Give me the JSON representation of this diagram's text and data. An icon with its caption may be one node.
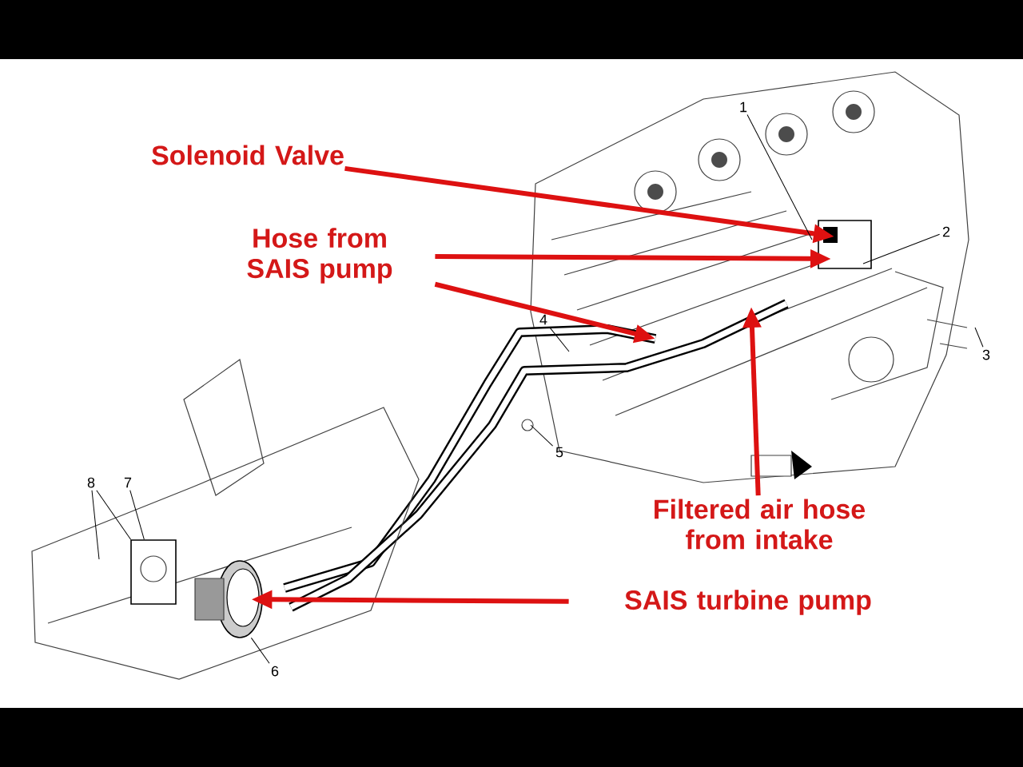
{
  "diagram": {
    "nodes": [
      {
        "text": [
          "Solenoid Valve"
        ]
      },
      {
        "text": [
          "Hose from SAIS pump"
        ]
      },
      {
        "text": [
          "Filtered air hose from intake"
        ]
      },
      {
        "text": [
          "SAIS turbine pump"
        ]
      },
      {
        "text": [
          "1"
        ]
      },
      {
        "text": [
          "2"
        ]
      },
      {
        "text": [
          "3"
        ]
      },
      {
        "text": [
          "4"
        ]
      },
      {
        "text": [
          "5"
        ]
      },
      {
        "text": [
          "6"
        ]
      },
      {
        "text": [
          "7"
        ]
      },
      {
        "text": [
          "8"
        ]
      },
      {
        "text": [],
        "shape": "picture"
      },
      {
        "text": [],
        "shape": "box"
      }
    ],
    "edges": [
      {
        "from": 0,
        "to": null,
        "arrow": "to",
        "style": "thick",
        "color": "#dd1111"
      },
      {
        "from": 1,
        "to": null,
        "arrow": "to",
        "style": "thick",
        "color": "#dd1111"
      },
      {
        "from": 1,
        "to": null,
        "arrow": "to",
        "style": "thick",
        "color": "#dd1111"
      },
      {
        "from": 2,
        "to": null,
        "arrow": "to",
        "style": "thick",
        "color": "#dd1111"
      },
      {
        "from": 3,
        "to": 12,
        "arrow": "to",
        "style": "thick",
        "color": "#dd1111"
      },
      {
        "from": 4,
        "to": null,
        "arrow": "none"
      },
      {
        "from": 5,
        "to": null,
        "arrow": "none"
      },
      {
        "from": 6,
        "to": null,
        "arrow": "none"
      },
      {
        "from": 7,
        "to": null,
        "arrow": "none"
      },
      {
        "from": 8,
        "to": null,
        "arrow": "none"
      },
      {
        "from": 9,
        "to": 12,
        "arrow": "none"
      },
      {
        "from": 10,
        "to": 13,
        "arrow": "none"
      },
      {
        "from": 11,
        "to": 13,
        "arrow": "none"
      },
      {
        "from": 11,
        "to": null,
        "arrow": "none"
      }
    ]
  }
}
